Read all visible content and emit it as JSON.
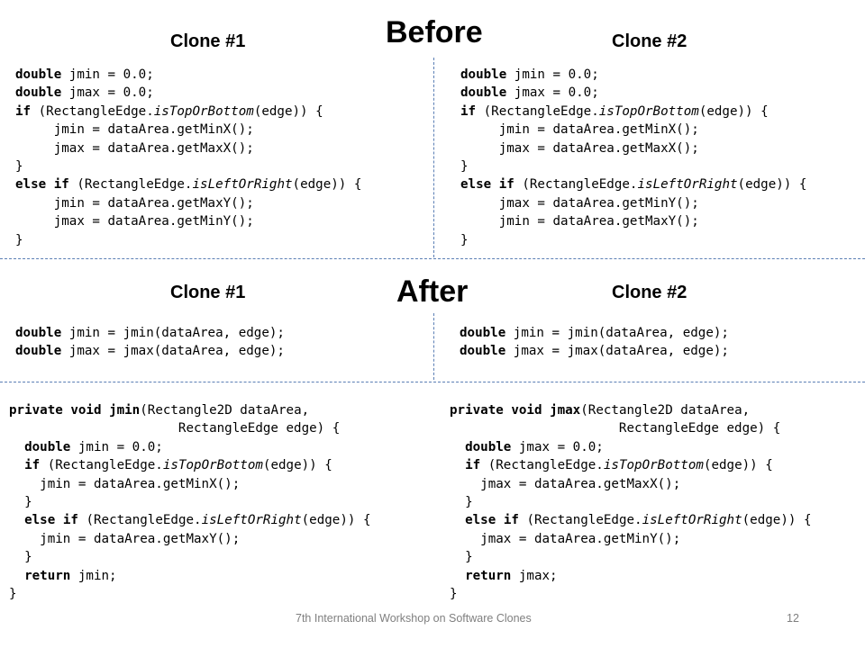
{
  "slide": {
    "before_title": "Before",
    "after_title": "After",
    "before_clone1_label": "Clone #1",
    "before_clone2_label": "Clone #2",
    "after_clone1_label": "Clone #1",
    "after_clone2_label": "Clone #2",
    "footer_text": "7th International Workshop on Software Clones",
    "page_number": "12",
    "divider_color": "#5b7fb5"
  },
  "code": {
    "before_clone1": [
      [
        {
          "t": "double",
          "s": "b"
        },
        {
          "t": " jmin = 0.0;"
        }
      ],
      [
        {
          "t": "double",
          "s": "b"
        },
        {
          "t": " jmax = 0.0;"
        }
      ],
      [
        {
          "t": "if",
          "s": "b"
        },
        {
          "t": " (RectangleEdge."
        },
        {
          "t": "isTopOrBottom",
          "s": "i"
        },
        {
          "t": "(edge)) {"
        }
      ],
      [
        {
          "t": "     jmin = dataArea.getMinX();"
        }
      ],
      [
        {
          "t": "     jmax = dataArea.getMaxX();"
        }
      ],
      [
        {
          "t": "}"
        }
      ],
      [
        {
          "t": "else",
          "s": "b"
        },
        {
          "t": " "
        },
        {
          "t": "if",
          "s": "b"
        },
        {
          "t": " (RectangleEdge."
        },
        {
          "t": "isLeftOrRight",
          "s": "i"
        },
        {
          "t": "(edge)) {"
        }
      ],
      [
        {
          "t": "     jmin = dataArea.getMaxY();"
        }
      ],
      [
        {
          "t": "     jmax = dataArea.getMinY();"
        }
      ],
      [
        {
          "t": "}"
        }
      ]
    ],
    "before_clone2": [
      [
        {
          "t": "double",
          "s": "b"
        },
        {
          "t": " jmin = 0.0;"
        }
      ],
      [
        {
          "t": "double",
          "s": "b"
        },
        {
          "t": " jmax = 0.0;"
        }
      ],
      [
        {
          "t": "if",
          "s": "b"
        },
        {
          "t": " (RectangleEdge."
        },
        {
          "t": "isTopOrBottom",
          "s": "i"
        },
        {
          "t": "(edge)) {"
        }
      ],
      [
        {
          "t": "     jmin = dataArea.getMinX();"
        }
      ],
      [
        {
          "t": "     jmax = dataArea.getMaxX();"
        }
      ],
      [
        {
          "t": "}"
        }
      ],
      [
        {
          "t": "else",
          "s": "b"
        },
        {
          "t": " "
        },
        {
          "t": "if",
          "s": "b"
        },
        {
          "t": " (RectangleEdge."
        },
        {
          "t": "isLeftOrRight",
          "s": "i"
        },
        {
          "t": "(edge)) {"
        }
      ],
      [
        {
          "t": "     jmax = dataArea.getMinY();"
        }
      ],
      [
        {
          "t": "     jmin = dataArea.getMaxY();"
        }
      ],
      [
        {
          "t": "}"
        }
      ]
    ],
    "after_clone1": [
      [
        {
          "t": "double",
          "s": "b"
        },
        {
          "t": " jmin = jmin(dataArea, edge);"
        }
      ],
      [
        {
          "t": "double",
          "s": "b"
        },
        {
          "t": " jmax = jmax(dataArea, edge);"
        }
      ]
    ],
    "after_clone2": [
      [
        {
          "t": "double",
          "s": "b"
        },
        {
          "t": " jmin = jmin(dataArea, edge);"
        }
      ],
      [
        {
          "t": "double",
          "s": "b"
        },
        {
          "t": " jmax = jmax(dataArea, edge);"
        }
      ]
    ],
    "extracted_jmin": [
      [
        {
          "t": "private",
          "s": "b"
        },
        {
          "t": " "
        },
        {
          "t": "void",
          "s": "b"
        },
        {
          "t": " "
        },
        {
          "t": "jmin",
          "s": "b"
        },
        {
          "t": "(Rectangle2D dataArea,"
        }
      ],
      [
        {
          "t": "                      RectangleEdge edge) {"
        }
      ],
      [
        {
          "t": "  "
        },
        {
          "t": "double",
          "s": "b"
        },
        {
          "t": " jmin = 0.0;"
        }
      ],
      [
        {
          "t": "  "
        },
        {
          "t": "if",
          "s": "b"
        },
        {
          "t": " (RectangleEdge."
        },
        {
          "t": "isTopOrBottom",
          "s": "i"
        },
        {
          "t": "(edge)) {"
        }
      ],
      [
        {
          "t": "    jmin = dataArea.getMinX();"
        }
      ],
      [
        {
          "t": "  }"
        }
      ],
      [
        {
          "t": "  "
        },
        {
          "t": "else",
          "s": "b"
        },
        {
          "t": " "
        },
        {
          "t": "if",
          "s": "b"
        },
        {
          "t": " (RectangleEdge."
        },
        {
          "t": "isLeftOrRight",
          "s": "i"
        },
        {
          "t": "(edge)) {"
        }
      ],
      [
        {
          "t": "    jmin = dataArea.getMaxY();"
        }
      ],
      [
        {
          "t": "  }"
        }
      ],
      [
        {
          "t": "  "
        },
        {
          "t": "return",
          "s": "b"
        },
        {
          "t": " jmin;"
        }
      ],
      [
        {
          "t": "}"
        }
      ]
    ],
    "extracted_jmax": [
      [
        {
          "t": "private",
          "s": "b"
        },
        {
          "t": " "
        },
        {
          "t": "void",
          "s": "b"
        },
        {
          "t": " "
        },
        {
          "t": "jmax",
          "s": "b"
        },
        {
          "t": "(Rectangle2D dataArea,"
        }
      ],
      [
        {
          "t": "                      RectangleEdge edge) {"
        }
      ],
      [
        {
          "t": "  "
        },
        {
          "t": "double",
          "s": "b"
        },
        {
          "t": " jmax = 0.0;"
        }
      ],
      [
        {
          "t": "  "
        },
        {
          "t": "if",
          "s": "b"
        },
        {
          "t": " (RectangleEdge."
        },
        {
          "t": "isTopOrBottom",
          "s": "i"
        },
        {
          "t": "(edge)) {"
        }
      ],
      [
        {
          "t": "    jmax = dataArea.getMaxX();"
        }
      ],
      [
        {
          "t": "  }"
        }
      ],
      [
        {
          "t": "  "
        },
        {
          "t": "else",
          "s": "b"
        },
        {
          "t": " "
        },
        {
          "t": "if",
          "s": "b"
        },
        {
          "t": " (RectangleEdge."
        },
        {
          "t": "isLeftOrRight",
          "s": "i"
        },
        {
          "t": "(edge)) {"
        }
      ],
      [
        {
          "t": "    jmax = dataArea.getMinY();"
        }
      ],
      [
        {
          "t": "  }"
        }
      ],
      [
        {
          "t": "  "
        },
        {
          "t": "return",
          "s": "b"
        },
        {
          "t": " jmax;"
        }
      ],
      [
        {
          "t": "}"
        }
      ]
    ]
  }
}
